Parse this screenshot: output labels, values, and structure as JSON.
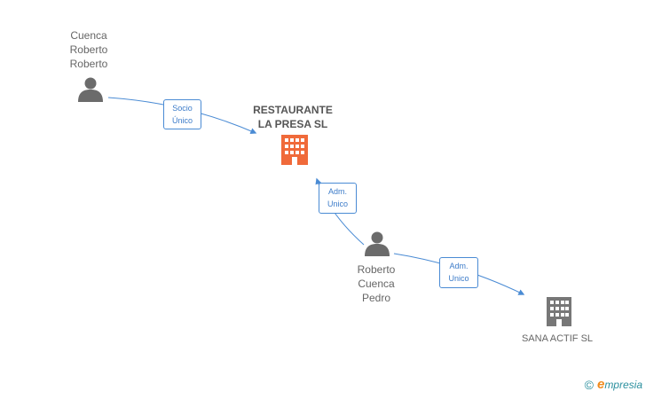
{
  "nodes": {
    "person_top": {
      "lines": [
        "Cuenca",
        "Roberto",
        "Roberto"
      ],
      "icon": "person-icon"
    },
    "company_main": {
      "lines": [
        "RESTAURANTE",
        "LA PRESA SL"
      ],
      "icon": "building-icon",
      "color": "#f06a3a"
    },
    "person_mid": {
      "lines": [
        "Roberto",
        "Cuenca",
        "Pedro"
      ],
      "icon": "person-icon"
    },
    "company_sana": {
      "lines": [
        "SANA ACTIF SL"
      ],
      "icon": "building-icon",
      "color": "#777777"
    }
  },
  "edges": {
    "socio": {
      "lines": [
        "Socio",
        "Único"
      ]
    },
    "adm1": {
      "lines": [
        "Adm.",
        "Unico"
      ]
    },
    "adm2": {
      "lines": [
        "Adm.",
        "Unico"
      ]
    }
  },
  "colors": {
    "edge": "#4a8bd4",
    "person": "#6b6b6b"
  },
  "brand": {
    "copyright": "©",
    "initial": "e",
    "rest": "mpresia"
  }
}
